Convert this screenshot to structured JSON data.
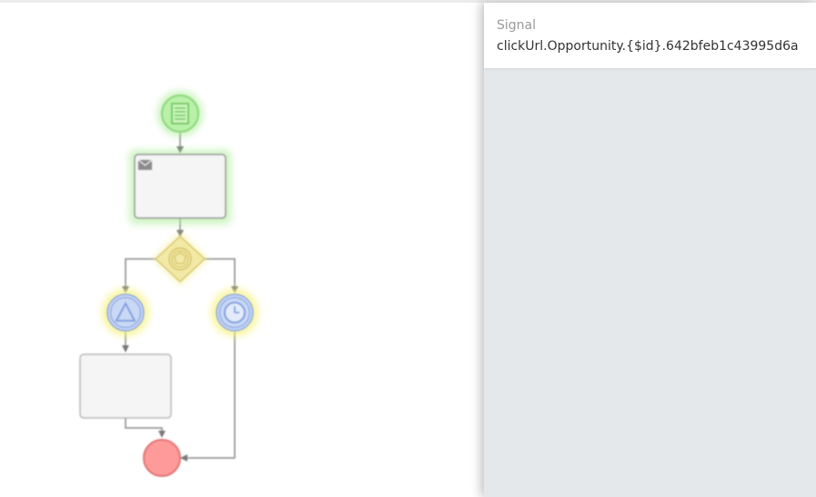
{
  "panel": {
    "label": "Signal",
    "value": "clickUrl.Opportunity.{$id}.642bfeb1c43995d6a"
  },
  "colors": {
    "start_event": "#b6f0a8",
    "end_event": "#ff9a9a",
    "gateway": "#f3e9a6",
    "intermediate_event": "#c9d8f5",
    "task": "#f5f5f5",
    "highlight_green": "#9ee58a",
    "highlight_yellow": "#f6f37a",
    "panel_bg": "#e5e8eb"
  },
  "diagram": {
    "nodes": [
      {
        "name": "start-event",
        "icon": "document-icon"
      },
      {
        "name": "message-task",
        "icon": "envelope-icon"
      },
      {
        "name": "event-based-gateway",
        "icon": "pentagon-icon"
      },
      {
        "name": "signal-catch-event",
        "icon": "triangle-icon"
      },
      {
        "name": "timer-catch-event",
        "icon": "clock-icon"
      },
      {
        "name": "task",
        "icon": ""
      },
      {
        "name": "end-event",
        "icon": ""
      }
    ]
  }
}
